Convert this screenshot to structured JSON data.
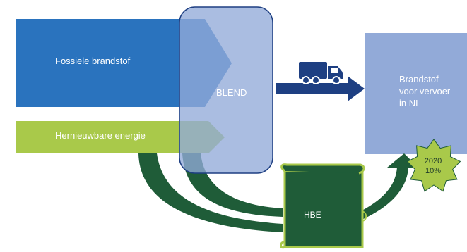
{
  "nodes": {
    "fossil": "Fossiele brandstof",
    "renewable": "Hernieuwbare energie",
    "blend": "BLEND",
    "destination": "Brandstof\nvoor vervoer\nin NL",
    "certificate": "HBE",
    "target_year": "2020",
    "target_percent": "10%"
  },
  "icons": {
    "transport": "truck-icon",
    "certificate": "scroll-icon",
    "target": "star-burst-icon"
  },
  "colors": {
    "fossil": "#2a73be",
    "renewable": "#a9c94a",
    "blend": "#92aad8",
    "transport": "#1e3f82",
    "certificate": "#1f5c38",
    "target": "#a9c94a"
  }
}
